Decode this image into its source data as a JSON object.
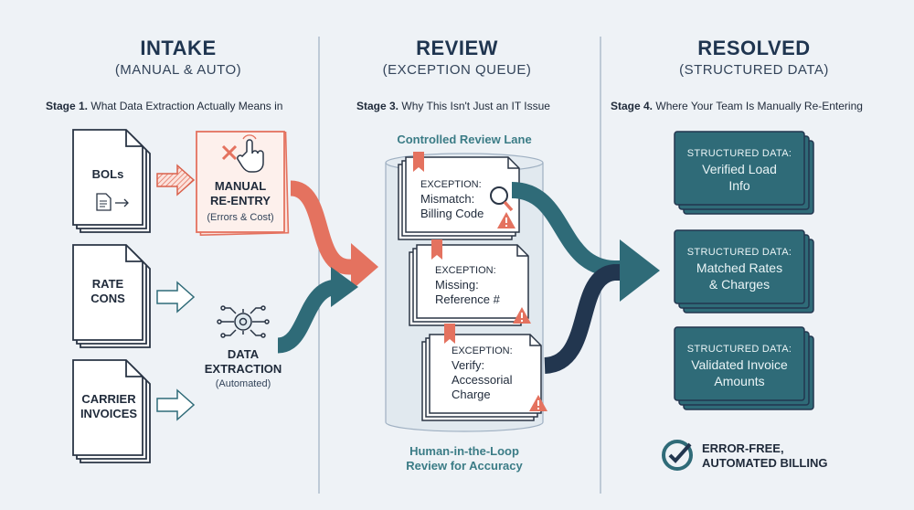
{
  "columns": {
    "intake": {
      "title": "INTAKE",
      "subtitle": "(MANUAL & AUTO)",
      "stage_num": "Stage 1.",
      "stage_text": "What Data Extraction Actually Means in"
    },
    "review": {
      "title": "REVIEW",
      "subtitle": "(EXCEPTION QUEUE)",
      "stage_num": "Stage 3.",
      "stage_text": "Why This Isn't Just an IT Issue"
    },
    "resolved": {
      "title": "RESOLVED",
      "subtitle": "(STRUCTURED DATA)",
      "stage_num": "Stage 4.",
      "stage_text": "Where Your Team Is Manually Re-Entering"
    }
  },
  "intake_docs": [
    {
      "line1": "BOLs",
      "line2": ""
    },
    {
      "line1": "RATE",
      "line2": "CONS"
    },
    {
      "line1": "CARRIER",
      "line2": "INVOICES"
    }
  ],
  "manual": {
    "line1": "MANUAL",
    "line2": "RE-ENTRY",
    "note": "(Errors & Cost)"
  },
  "extraction": {
    "line1": "DATA",
    "line2": "EXTRACTION",
    "note": "(Automated)"
  },
  "lane": {
    "title": "Controlled Review Lane",
    "footer1": "Human-in-the-Loop",
    "footer2": "Review for Accuracy"
  },
  "exceptions": [
    {
      "head": "EXCEPTION:",
      "line1": "Mismatch:",
      "line2": "Billing Code",
      "line3": ""
    },
    {
      "head": "EXCEPTION:",
      "line1": "Missing:",
      "line2": "Reference #",
      "line3": ""
    },
    {
      "head": "EXCEPTION:",
      "line1": "Verify:",
      "line2": "Accessorial",
      "line3": "Charge"
    }
  ],
  "resolved_cards": [
    {
      "head": "STRUCTURED DATA:",
      "line1": "Verified Load",
      "line2": "Info"
    },
    {
      "head": "STRUCTURED DATA:",
      "line1": "Matched Rates",
      "line2": "& Charges"
    },
    {
      "head": "STRUCTURED DATA:",
      "line1": "Validated Invoice",
      "line2": "Amounts"
    }
  ],
  "final": {
    "line1": "ERROR-FREE,",
    "line2": "AUTOMATED BILLING"
  },
  "colors": {
    "teal": "#2f6b78",
    "navy": "#22364f",
    "coral": "#e4725f",
    "paper": "#ffffff",
    "bg": "#eef2f6"
  }
}
